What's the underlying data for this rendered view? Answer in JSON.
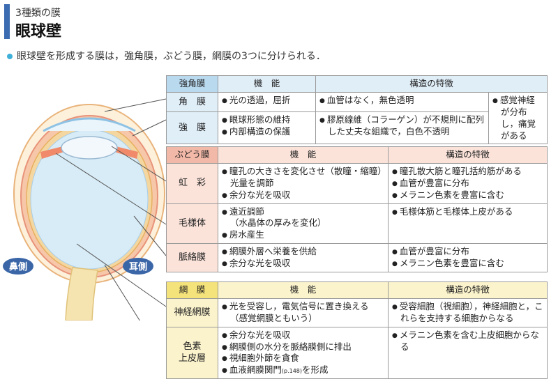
{
  "header": {
    "subtitle": "3種類の膜",
    "title": "眼球壁"
  },
  "intro": "眼球壁を形成する膜は，強角膜，ぶどう膜，網膜の3つに分けられる．",
  "eye": {
    "nasal_label": "鼻側",
    "temporal_label": "耳側"
  },
  "table1": {
    "corner": "強角膜",
    "col_function": "機　能",
    "col_structure": "構造の特徴",
    "rows": [
      {
        "label": "角　膜",
        "function": [
          "光の透過，屈折"
        ],
        "structure": [
          "血管はなく，無色透明"
        ]
      },
      {
        "label": "強　膜",
        "function": [
          "眼球形態の維持",
          "内部構造の保護"
        ],
        "structure": [
          "膠原線維（コラーゲン）が不規則に配列した丈夫な組織で，白色不透明"
        ]
      }
    ],
    "shared": "感覚神経が分布し，痛覚がある"
  },
  "table2": {
    "corner": "ぶどう膜",
    "col_function": "機　能",
    "col_structure": "構造の特徴",
    "rows": [
      {
        "label": "虹　彩",
        "function": [
          "瞳孔の大きさを変化させ（散瞳・縮瞳）光量を調節",
          "余分な光を吸収"
        ],
        "structure": [
          "瞳孔散大筋と瞳孔括約筋がある",
          "血管が豊富に分布",
          "メラニン色素を豊富に含む"
        ]
      },
      {
        "label": "毛様体",
        "function": [
          "遠近調節"
        ],
        "function_sub": "（水晶体の厚みを変化）",
        "function_more": [
          "房水産生"
        ],
        "structure": [
          "毛様体筋と毛様体上皮がある"
        ]
      },
      {
        "label": "脈絡膜",
        "function": [
          "網膜外層へ栄養を供給",
          "余分な光を吸収"
        ],
        "structure": [
          "血管が豊富に分布",
          "メラニン色素を豊富に含む"
        ]
      }
    ]
  },
  "table3": {
    "corner": "網　膜",
    "col_function": "機　能",
    "col_structure": "構造の特徴",
    "rows": [
      {
        "label": "神経網膜",
        "function": [
          "光を受容し，電気信号に置き換える（感覚網膜ともいう）"
        ],
        "structure": [
          "受容細胞（視細胞），神経細胞と，これらを支持する細胞からなる"
        ]
      },
      {
        "label_line1": "色素",
        "label_line2": "上皮層",
        "function": [
          "余分な光を吸収",
          "網膜側の水分を脈絡膜側に排出",
          "視細胞外節を貪食"
        ],
        "function_last": "血液網膜関門",
        "function_last_ref": "(p.148)",
        "function_last_tail": "を形成",
        "structure": [
          "メラニン色素を含む上皮細胞からなる"
        ]
      }
    ]
  }
}
